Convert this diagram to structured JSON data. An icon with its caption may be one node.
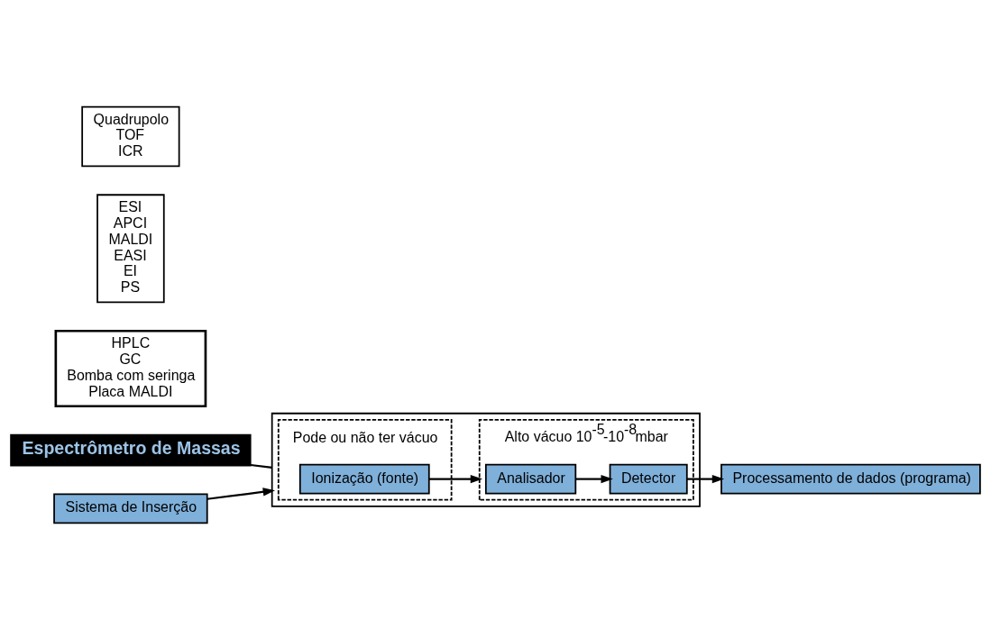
{
  "diagram": {
    "nodes": [
      {
        "text": [
          "Espectrômetro de Massas"
        ]
      },
      {
        "text": [],
        "shape": "box"
      },
      {
        "text": [
          "Pode ou não ter vácuo"
        ],
        "in": 1
      },
      {
        "text": [
          "Alto vácuo 10$^{-5}$-10$^{-8}$mbar"
        ],
        "in": 1
      },
      {
        "text": [
          "Sistema de Inserção"
        ]
      },
      {
        "text": [
          "Ionização (fonte)"
        ],
        "in": 2
      },
      {
        "text": [
          "Analisador"
        ],
        "in": 3
      },
      {
        "text": [
          "Detector"
        ],
        "in": 3
      },
      {
        "text": [
          "HPLC",
          "GC",
          "Bomba com seringa",
          "Placa MALDI"
        ]
      },
      {
        "text": [
          "ESI",
          "APCI",
          "MALDI",
          "EASI",
          "EI",
          "PS"
        ]
      },
      {
        "text": [
          "Quadrupolo",
          "TOF",
          "ICR"
        ]
      },
      {
        "text": [
          "Processamento de dados (programa)"
        ]
      }
    ],
    "edges": [
      {
        "from": 0,
        "to": 1,
        "arrow": "none"
      },
      {
        "from": 4,
        "to": 1,
        "arrow": "to"
      },
      {
        "from": 5,
        "to": 3,
        "arrow": "to"
      },
      {
        "from": 6,
        "to": 7,
        "arrow": "to"
      },
      {
        "from": 7,
        "to": 11,
        "arrow": "to"
      }
    ]
  }
}
